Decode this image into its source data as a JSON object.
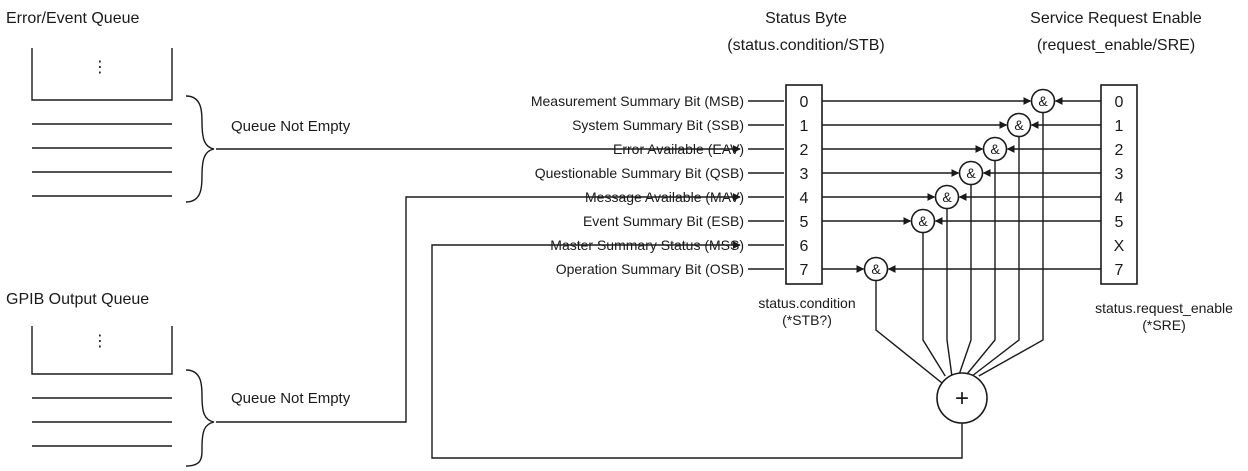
{
  "queues": {
    "error_event": {
      "title": "Error/Event Queue",
      "dots": "⋮",
      "label": "Queue Not Empty"
    },
    "gpib_output": {
      "title": "GPIB Output Queue",
      "dots": "⋮",
      "label": "Queue Not Empty"
    }
  },
  "status_byte": {
    "title": "Status Byte",
    "subtitle": "(status.condition/STB)",
    "footer_line1": "status.condition",
    "footer_line2": "(*STB?)",
    "bits": [
      {
        "label": "Measurement Summary Bit (MSB)",
        "value": "0"
      },
      {
        "label": "System Summary Bit (SSB)",
        "value": "1"
      },
      {
        "label": "Error Available (EAV)",
        "value": "2"
      },
      {
        "label": "Questionable Summary Bit (QSB)",
        "value": "3"
      },
      {
        "label": "Message Available (MAV)",
        "value": "4"
      },
      {
        "label": "Event Summary Bit (ESB)",
        "value": "5"
      },
      {
        "label": "Master Summary Status (MSS)",
        "value": "6"
      },
      {
        "label": "Operation Summary Bit (OSB)",
        "value": "7"
      }
    ]
  },
  "service_request_enable": {
    "title": "Service Request Enable",
    "subtitle": "(request_enable/SRE)",
    "footer_line1": "status.request_enable",
    "footer_line2": "(*SRE)",
    "bits": [
      "0",
      "1",
      "2",
      "3",
      "4",
      "5",
      "X",
      "7"
    ]
  },
  "and_gate_symbol": "&",
  "or_gate_symbol": "+"
}
